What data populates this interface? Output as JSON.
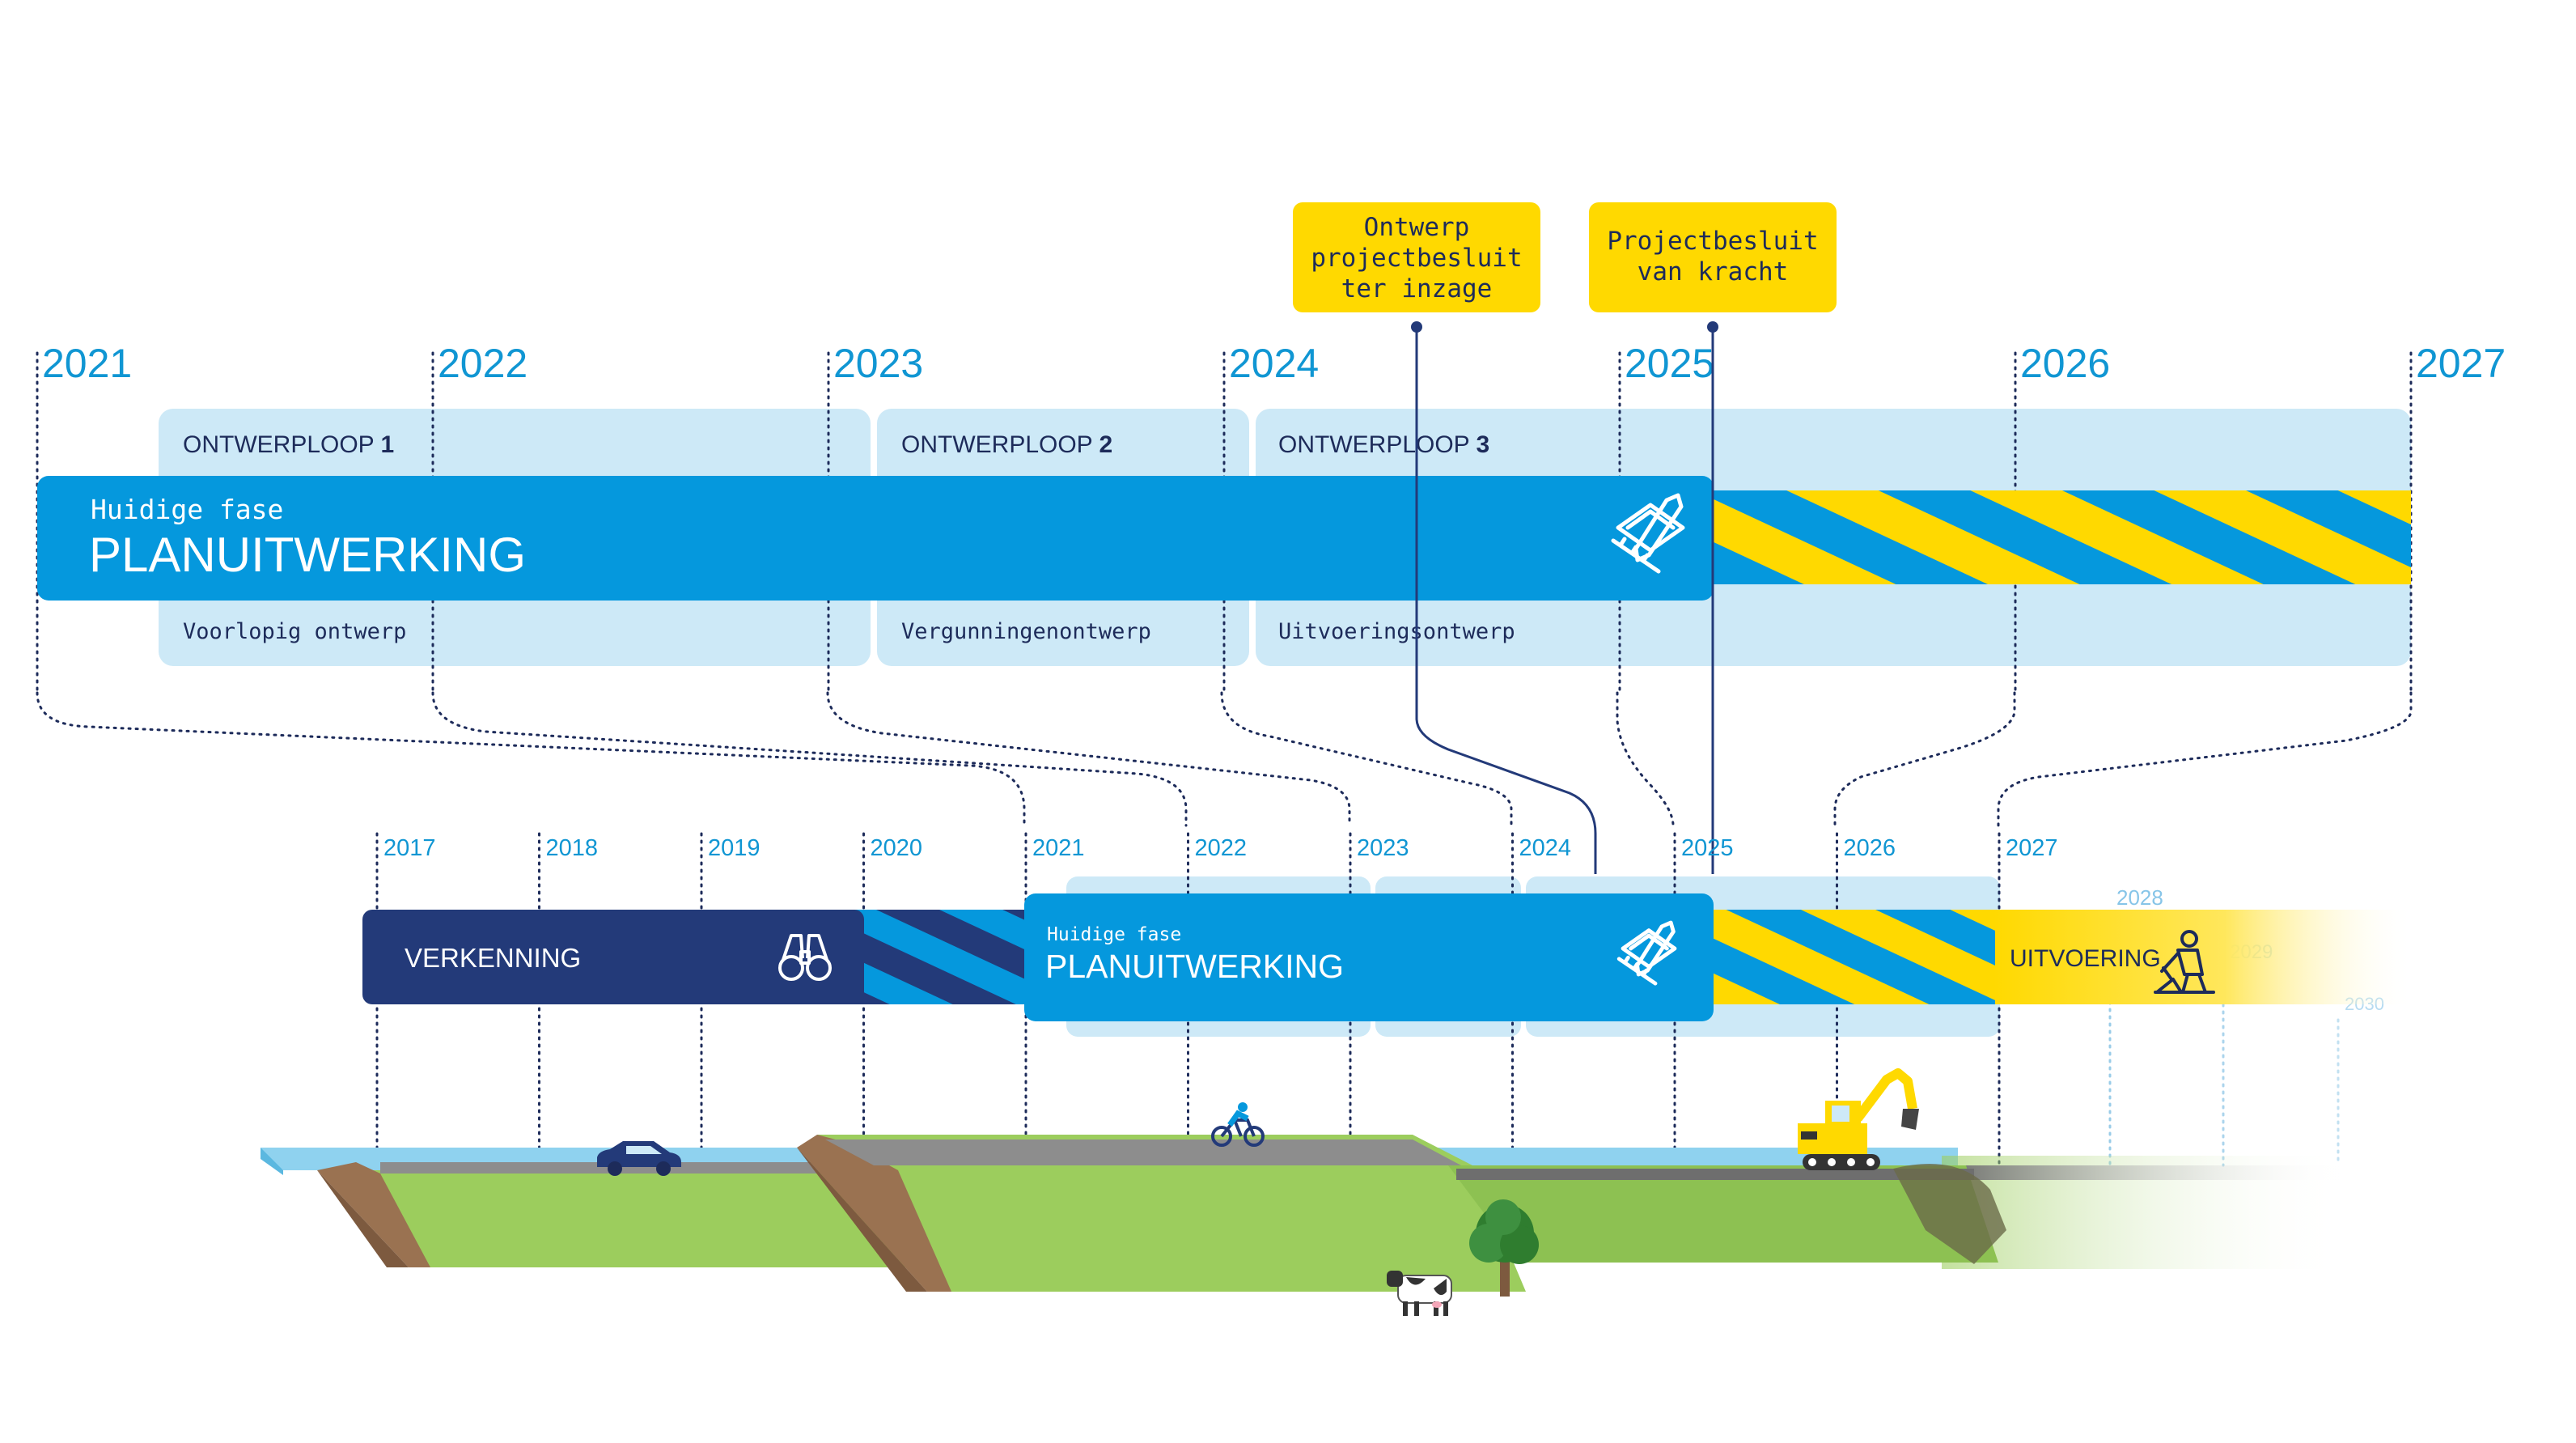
{
  "colors": {
    "blue": "#0598dd",
    "light_blue": "#cde9f7",
    "navy": "#233a79",
    "yellow": "#ffd900",
    "year_blue": "#1096d3",
    "dark_text": "#1d2b5a",
    "grass": "#9ccd5d",
    "road": "#8d8d8d",
    "water": "#8fd2ef",
    "dike": "#9a7251"
  },
  "milestones": [
    {
      "text": "Ontwerp\nprojectbesluit\nter inzage"
    },
    {
      "text": "Projectbesluit\nvan kracht"
    }
  ],
  "top_timeline": {
    "years": [
      "2021",
      "2022",
      "2023",
      "2024",
      "2025",
      "2026",
      "2027"
    ],
    "loops": [
      {
        "label": "ONTWERPLOOP",
        "number": "1",
        "sub": "Voorlopig ontwerp"
      },
      {
        "label": "ONTWERPLOOP",
        "number": "2",
        "sub": "Vergunningenontwerp"
      },
      {
        "label": "ONTWERPLOOP",
        "number": "3",
        "sub": "Uitvoeringsontwerp"
      }
    ],
    "phase_caption": "Huidige fase",
    "phase_title": "PLANUITWERKING",
    "phase_icon": "design-tools-icon"
  },
  "bottom_timeline": {
    "years": [
      "2017",
      "2018",
      "2019",
      "2020",
      "2021",
      "2022",
      "2023",
      "2024",
      "2025",
      "2026",
      "2027"
    ],
    "faded_years": [
      "2028",
      "2029",
      "2030"
    ],
    "verkenning": {
      "label": "VERKENNING",
      "icon": "binoculars-icon"
    },
    "planuitwerking": {
      "caption": "Huidige fase",
      "title": "PLANUITWERKING",
      "icon": "design-tools-icon"
    },
    "uitvoering": {
      "label": "UITVOERING",
      "icon": "construction-worker-icon"
    }
  },
  "landscape_icons": [
    "car-icon",
    "cyclist-icon",
    "excavator-icon",
    "tree-icon",
    "cow-icon"
  ]
}
